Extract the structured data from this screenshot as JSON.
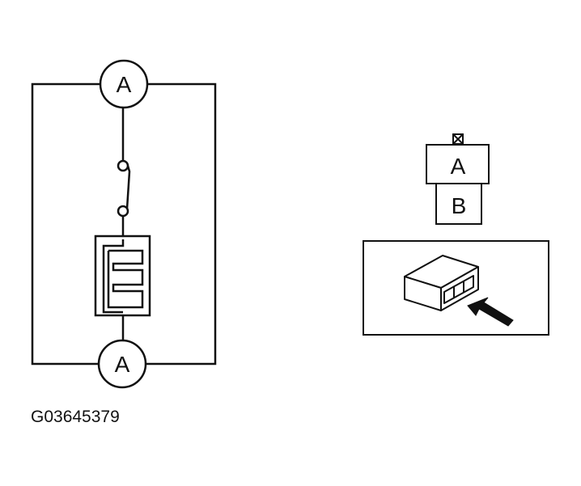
{
  "circuit": {
    "top_connector_label": "A",
    "bottom_connector_label": "A"
  },
  "connector_stack": {
    "upper_label": "A",
    "lower_label": "B"
  },
  "figure_code": "G03645379",
  "colors": {
    "ink": "#111111",
    "background": "#ffffff"
  }
}
